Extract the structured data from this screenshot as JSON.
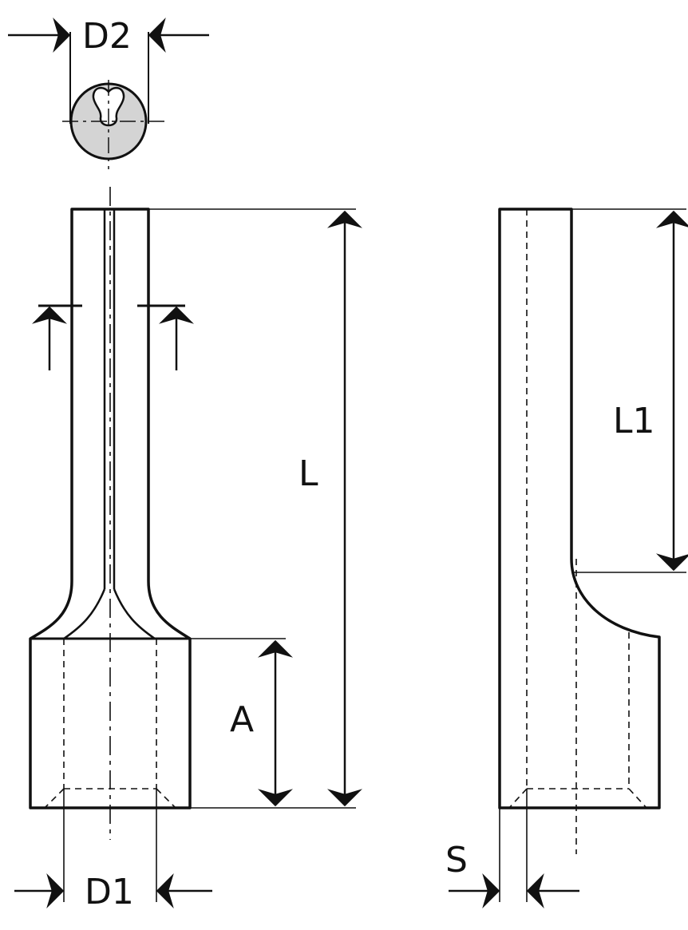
{
  "labels": {
    "d2": "D2",
    "l": "L",
    "l1": "L1",
    "a": "A",
    "d1": "D1",
    "s": "S"
  },
  "colors": {
    "line": "#111111",
    "fill_gray": "#d4d4d4",
    "background": "#ffffff"
  }
}
